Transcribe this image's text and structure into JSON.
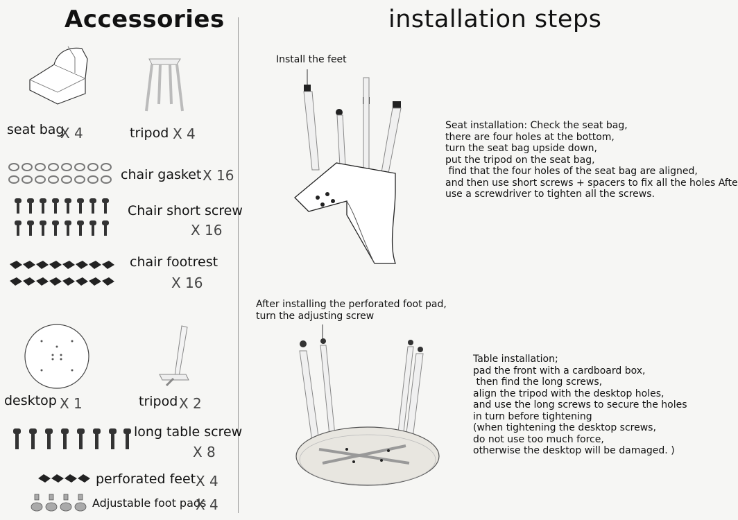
{
  "accessories": {
    "title": "Accessories",
    "items": [
      {
        "label": "seat bag",
        "qty": "X 4"
      },
      {
        "label": "tripod",
        "qty": "X 4"
      },
      {
        "label": "chair gasket",
        "qty": "X 16"
      },
      {
        "label": "Chair short screw",
        "qty": "X 16"
      },
      {
        "label": "chair footrest",
        "qty": "X 16"
      },
      {
        "label": "desktop",
        "qty": "X 1"
      },
      {
        "label": "tripod",
        "qty": "X 2"
      },
      {
        "label": "long table screw",
        "qty": "X 8"
      },
      {
        "label": "perforated feet",
        "qty": "X 4"
      },
      {
        "label": "Adjustable foot pads",
        "qty": "X 4"
      }
    ]
  },
  "installation": {
    "title": "installation steps",
    "step1_callout": "Install the feet",
    "seat_text": "Seat installation: Check the seat bag,\nthere are four holes at the bottom,\nturn the seat bag upside down,\nput the tripod on the seat bag,\n find that the four holes of the seat bag are aligned,\nand then use short screws + spacers to fix all the holes After\nuse a screwdriver to tighten all the screws.",
    "step2_callout": "After installing the perforated foot pad,\nturn the adjusting screw",
    "table_text": "Table installation;\npad the front with a cardboard box,\n then find the long screws,\nalign the tripod with the desktop holes,\nand use the long screws to secure the holes\nin turn before tightening\n(when tightening the desktop screws,\ndo not use too much force,\notherwise the desktop will be damaged. )"
  }
}
